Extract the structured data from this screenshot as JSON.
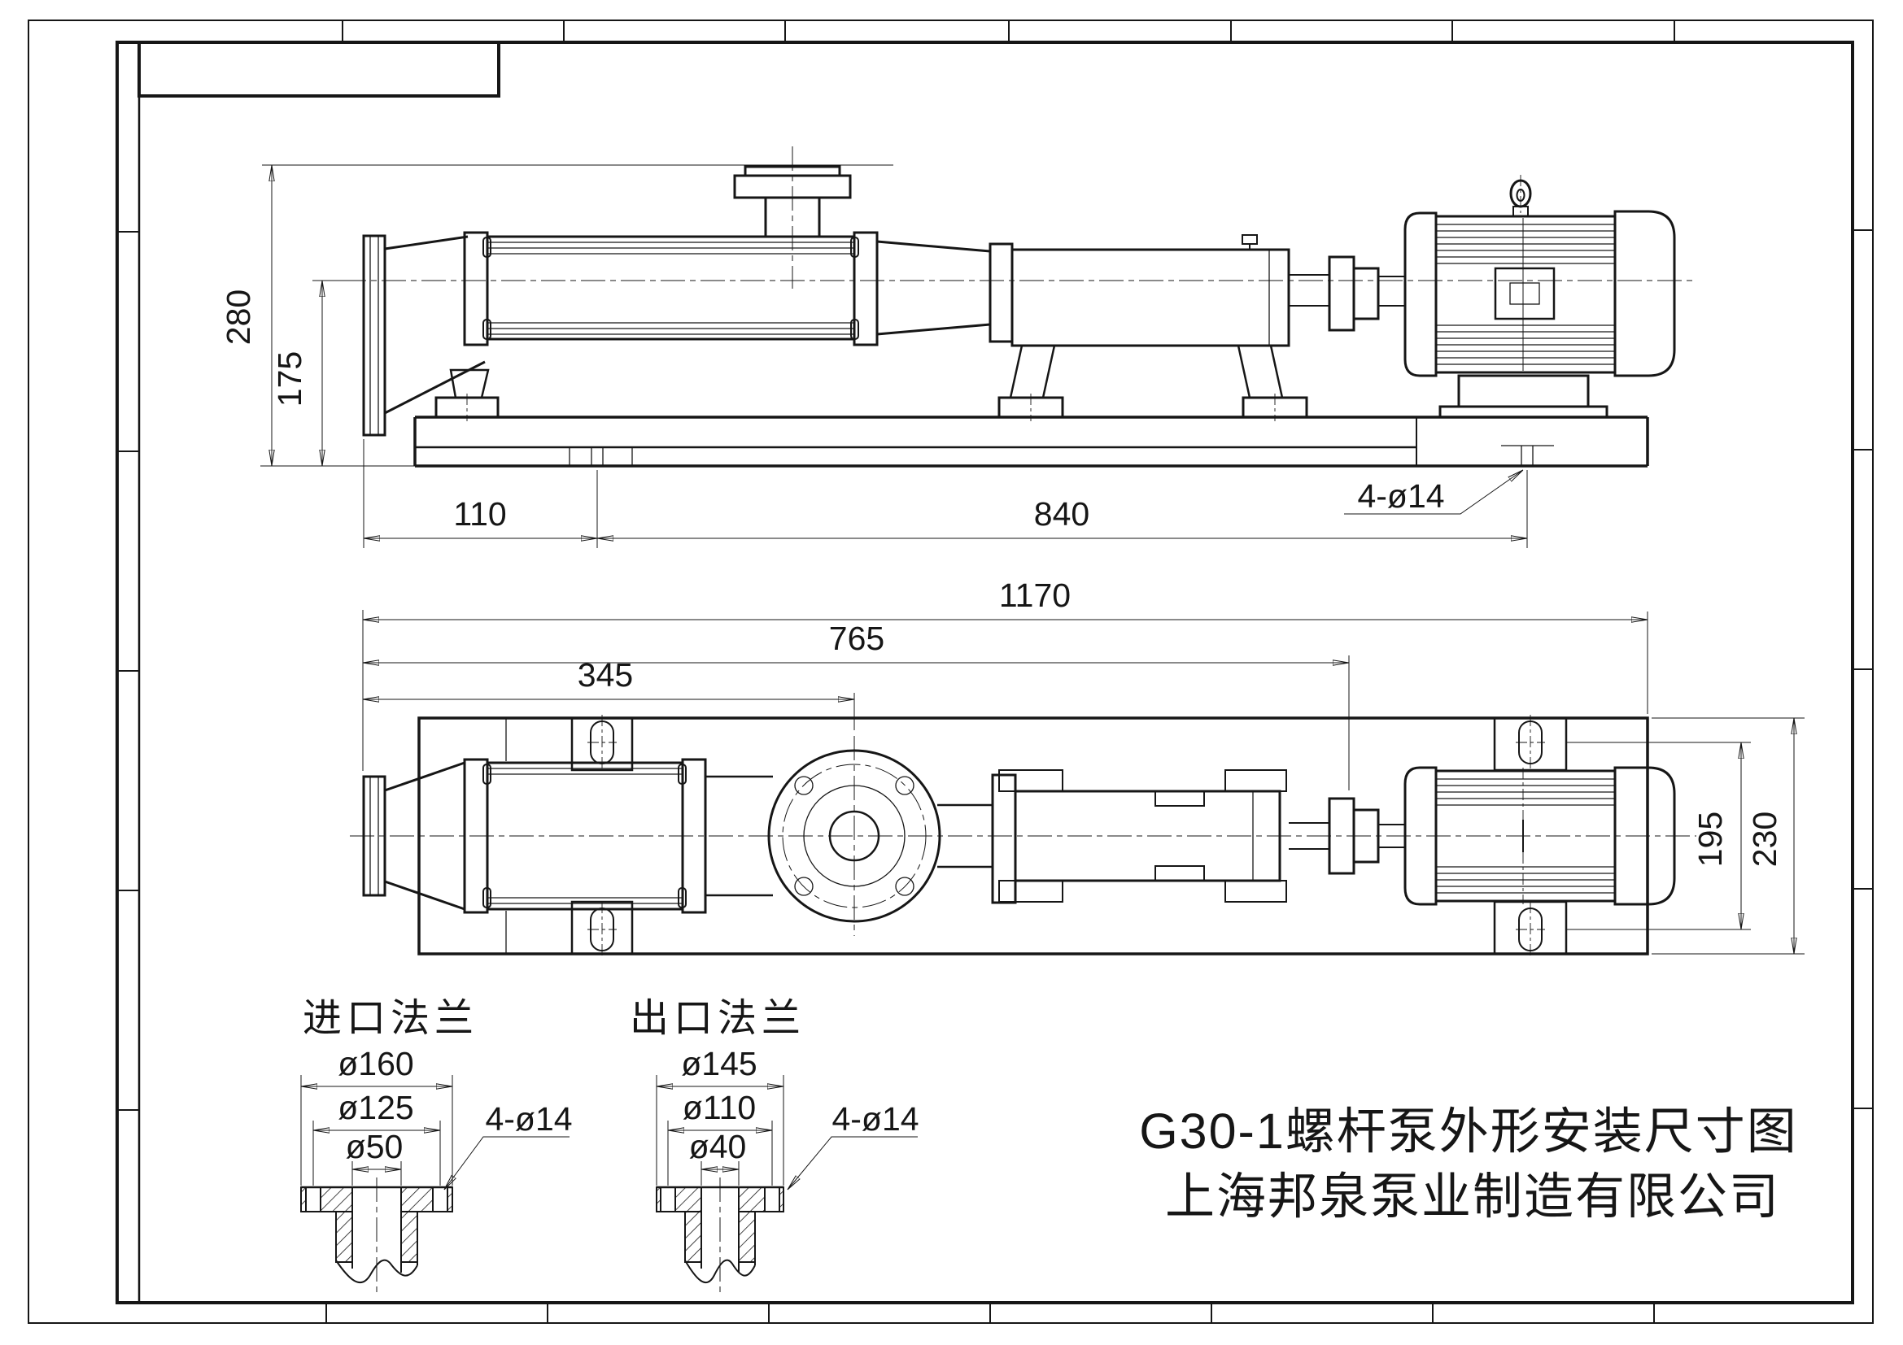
{
  "colors": {
    "ink": "#161616",
    "paper": "#ffffff"
  },
  "title_block": {
    "drawing_title": "G30-1螺杆泵外形安装尺寸图",
    "company": "上海邦泉泵业制造有限公司"
  },
  "side_view": {
    "height_overall": "280",
    "height_axis": "175",
    "base_hole_offset": "110",
    "base_hole_span": "840",
    "anchor_holes": "4-ø14"
  },
  "plan_view": {
    "length_overall": "1170",
    "length_to_shaft_end": "765",
    "length_to_outlet": "345",
    "motor_slot_span": "195",
    "base_width": "230"
  },
  "inlet_flange": {
    "label": "进口法兰",
    "outer_diameter": "ø160",
    "bolt_circle": "ø125",
    "bore": "ø50",
    "bolt_holes": "4-ø14"
  },
  "outlet_flange": {
    "label": "出口法兰",
    "outer_diameter": "ø145",
    "bolt_circle": "ø110",
    "bore": "ø40",
    "bolt_holes": "4-ø14"
  }
}
